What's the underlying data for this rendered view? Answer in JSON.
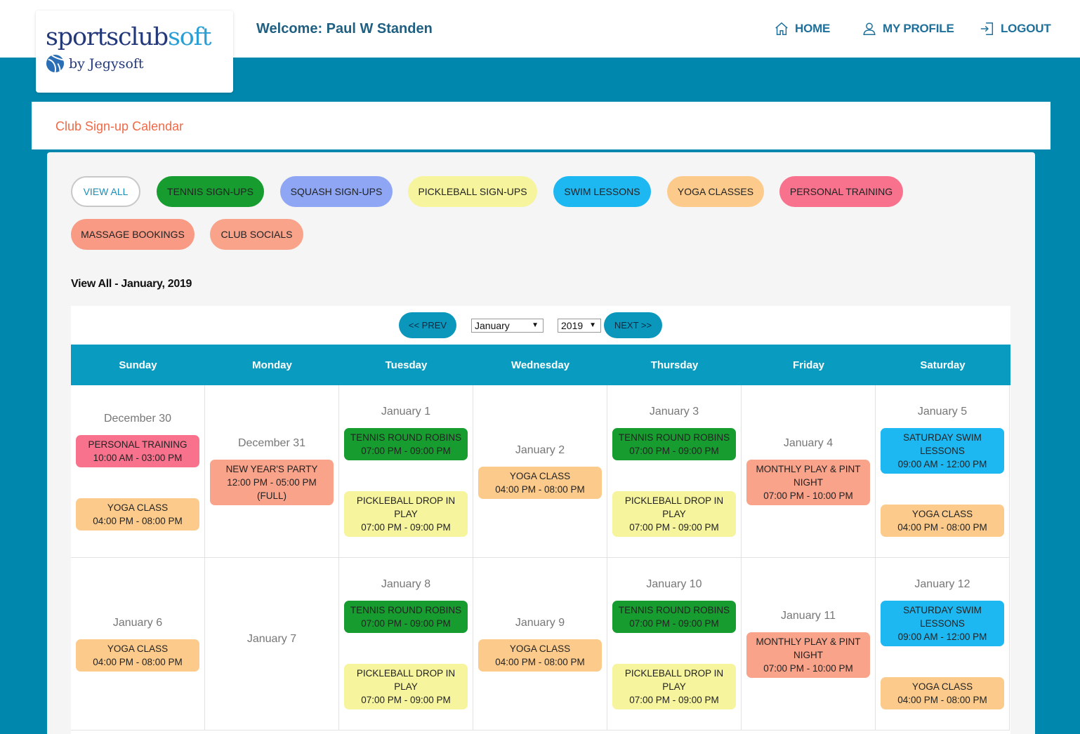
{
  "header": {
    "logo_part1": "sportsclub",
    "logo_part2": "soft",
    "logo_sub": "by Jegysoft",
    "welcome": "Welcome: Paul W Standen",
    "nav": {
      "home": "HOME",
      "profile": "MY PROFILE",
      "logout": "LOGOUT"
    }
  },
  "page_title": "Club Sign-up Calendar",
  "filters": {
    "view_all": "VIEW ALL",
    "tennis": "TENNIS SIGN-UPS",
    "squash": "SQUASH SIGN-UPS",
    "pickleball": "PICKLEBALL SIGN-UPS",
    "swim": "SWIM LESSONS",
    "yoga": "YOGA CLASSES",
    "personal_training": "PERSONAL TRAINING",
    "massage": "MASSAGE BOOKINGS",
    "socials": "CLUB SOCIALS"
  },
  "view_label": "View All - January, 2019",
  "calendar_nav": {
    "prev": "<< PREV",
    "month": "January",
    "year": "2019",
    "next": "NEXT >>"
  },
  "days": [
    "Sunday",
    "Monday",
    "Tuesday",
    "Wednesday",
    "Thursday",
    "Friday",
    "Saturday"
  ],
  "colors": {
    "brand_blue": "#0087ad",
    "header_blue": "#0a9cc0",
    "title_orange": "#ef6a47",
    "tennis": "#169c2f",
    "squash": "#8ea6f3",
    "pickleball": "#f6f49d",
    "swim": "#1db7f2",
    "yoga": "#fccb8c",
    "personal_training": "#f8728d",
    "massage": "#f89a84",
    "socials": "#f9a38b"
  },
  "weeks": [
    [
      {
        "date": "December 30",
        "events": [
          {
            "type": "personal_training",
            "lines": [
              "PERSONAL TRAINING",
              "10:00 AM - 03:00 PM"
            ]
          },
          {
            "type": "yoga",
            "lines": [
              "YOGA CLASS",
              "04:00 PM - 08:00 PM"
            ]
          }
        ]
      },
      {
        "date": "December 31",
        "events": [
          {
            "type": "socials",
            "lines": [
              "NEW YEAR'S PARTY",
              "12:00 PM - 05:00 PM",
              "(FULL)"
            ]
          }
        ]
      },
      {
        "date": "January 1",
        "events": [
          {
            "type": "tennis",
            "lines": [
              "TENNIS ROUND ROBINS",
              "07:00 PM - 09:00 PM"
            ]
          },
          {
            "type": "pickleball",
            "lines": [
              "PICKLEBALL DROP IN PLAY",
              "07:00 PM - 09:00 PM"
            ]
          }
        ]
      },
      {
        "date": "January 2",
        "events": [
          {
            "type": "yoga",
            "lines": [
              "YOGA CLASS",
              "04:00 PM - 08:00 PM"
            ]
          }
        ]
      },
      {
        "date": "January 3",
        "events": [
          {
            "type": "tennis",
            "lines": [
              "TENNIS ROUND ROBINS",
              "07:00 PM - 09:00 PM"
            ]
          },
          {
            "type": "pickleball",
            "lines": [
              "PICKLEBALL DROP IN PLAY",
              "07:00 PM - 09:00 PM"
            ]
          }
        ]
      },
      {
        "date": "January 4",
        "events": [
          {
            "type": "socials",
            "lines": [
              "MONTHLY PLAY & PINT NIGHT",
              "07:00 PM - 10:00 PM"
            ]
          }
        ]
      },
      {
        "date": "January 5",
        "events": [
          {
            "type": "swim",
            "lines": [
              "SATURDAY SWIM LESSONS",
              "09:00 AM - 12:00 PM"
            ]
          },
          {
            "type": "yoga",
            "lines": [
              "YOGA CLASS",
              "04:00 PM - 08:00 PM"
            ]
          }
        ]
      }
    ],
    [
      {
        "date": "January 6",
        "events": [
          {
            "type": "yoga",
            "lines": [
              "YOGA CLASS",
              "04:00 PM - 08:00 PM"
            ]
          }
        ]
      },
      {
        "date": "January 7",
        "events": []
      },
      {
        "date": "January 8",
        "events": [
          {
            "type": "tennis",
            "lines": [
              "TENNIS ROUND ROBINS",
              "07:00 PM - 09:00 PM"
            ]
          },
          {
            "type": "pickleball",
            "lines": [
              "PICKLEBALL DROP IN PLAY",
              "07:00 PM - 09:00 PM"
            ]
          }
        ]
      },
      {
        "date": "January 9",
        "events": [
          {
            "type": "yoga",
            "lines": [
              "YOGA CLASS",
              "04:00 PM - 08:00 PM"
            ]
          }
        ]
      },
      {
        "date": "January 10",
        "events": [
          {
            "type": "tennis",
            "lines": [
              "TENNIS ROUND ROBINS",
              "07:00 PM - 09:00 PM"
            ]
          },
          {
            "type": "pickleball",
            "lines": [
              "PICKLEBALL DROP IN PLAY",
              "07:00 PM - 09:00 PM"
            ]
          }
        ]
      },
      {
        "date": "January 11",
        "events": [
          {
            "type": "socials",
            "lines": [
              "MONTHLY PLAY & PINT NIGHT",
              "07:00 PM - 10:00 PM"
            ]
          }
        ]
      },
      {
        "date": "January 12",
        "events": [
          {
            "type": "swim",
            "lines": [
              "SATURDAY SWIM LESSONS",
              "09:00 AM - 12:00 PM"
            ]
          },
          {
            "type": "yoga",
            "lines": [
              "YOGA CLASS",
              "04:00 PM - 08:00 PM"
            ]
          }
        ]
      }
    ]
  ]
}
